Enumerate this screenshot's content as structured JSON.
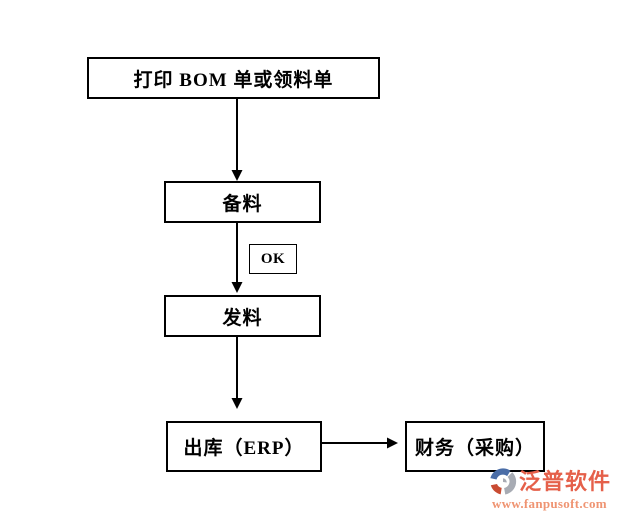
{
  "diagram": {
    "title": "BOM material issuing flow",
    "nodes": {
      "print_bom": {
        "label": "打印 BOM 单或领料单"
      },
      "prepare": {
        "label": "备料"
      },
      "ok_tag": {
        "label": "OK"
      },
      "issue": {
        "label": "发料"
      },
      "outbound": {
        "label": "出库（ERP）"
      },
      "finance": {
        "label": "财务（采购）"
      }
    },
    "edges": [
      {
        "from": "print_bom",
        "to": "prepare",
        "direction": "down",
        "label": ""
      },
      {
        "from": "prepare",
        "to": "issue",
        "direction": "down",
        "label": "OK"
      },
      {
        "from": "issue",
        "to": "outbound",
        "direction": "down",
        "label": ""
      },
      {
        "from": "outbound",
        "to": "finance",
        "direction": "right",
        "label": ""
      }
    ],
    "line_color": "#000000",
    "box_background": "#ffffff"
  },
  "watermark": {
    "brand": "泛普软件",
    "url": "www.fanpusoft.com",
    "brand_color": "#e5604a",
    "url_color": "#ef9472",
    "logo_colors": {
      "blue": "#4a6da7",
      "gray": "#a7abb3",
      "red": "#c94b32"
    }
  }
}
